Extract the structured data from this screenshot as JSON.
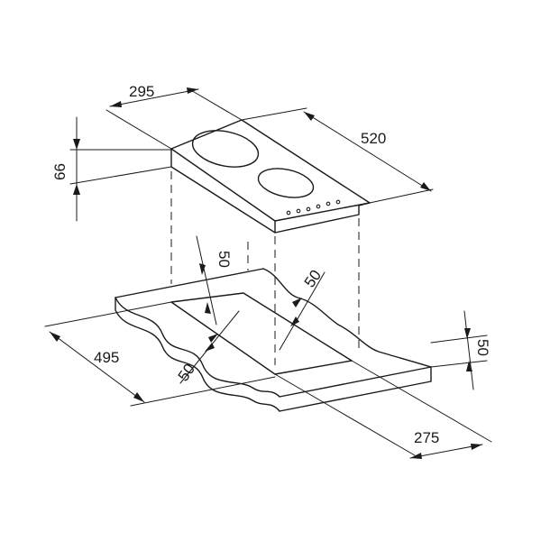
{
  "drawing": {
    "dimensions": {
      "hob_width": "295",
      "hob_depth": "520",
      "hob_height": "66",
      "cutout_depth": "495",
      "cutout_width": "275",
      "clearance_back": "50",
      "clearance_right": "50",
      "clearance_front": "50",
      "clearance_side": "50"
    }
  }
}
